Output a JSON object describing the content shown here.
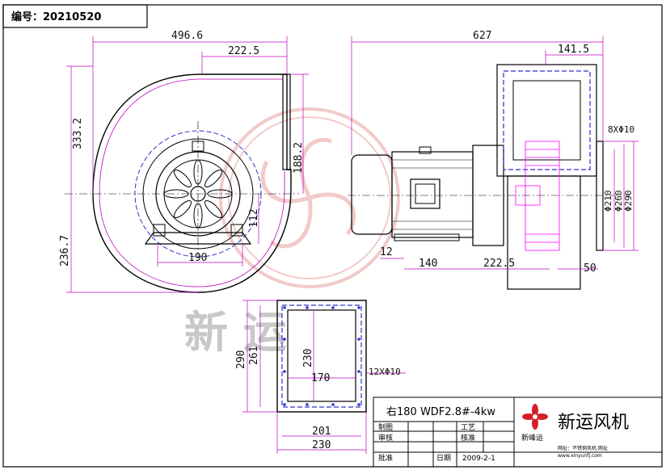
{
  "header": {
    "drawing_no": "编号：20210520"
  },
  "front_view": {
    "dims": {
      "overall_width": "496.6",
      "outlet_width": "222.5",
      "height_upper": "333.2",
      "outlet_height": "188.2",
      "height_lower": "236.7",
      "base_height": "112",
      "base_width": "190"
    }
  },
  "side_view": {
    "dims": {
      "overall_length": "627",
      "flange_width": "141.5",
      "bolts": "8XΦ10",
      "dia_210": "Φ210",
      "dia_260": "Φ260",
      "dia_290": "Φ290",
      "d12": "12",
      "d140": "140",
      "d222": "222.5",
      "d50": "50"
    }
  },
  "outlet_view": {
    "dims": {
      "outer_h": "290",
      "inner_h": "261",
      "opening_h": "230",
      "opening_w": "170",
      "bolts": "12XΦ10",
      "inner_w": "201",
      "outer_w": "230"
    }
  },
  "watermark": {
    "text": "新 运"
  },
  "title_block": {
    "model": "右180  WDF2.8#-4kw",
    "company": "新运风机",
    "logo_text": "新峰运",
    "labels": {
      "drawn": "制图",
      "checked": "审核",
      "approved": "批准",
      "process": "工艺",
      "verified": "核准",
      "date_label": "日期"
    },
    "date": "2009-2-1",
    "tagline": "网址：不锈钢风机.网址",
    "website": "www.xinyunfj.com"
  },
  "colors": {
    "dim_line": "#c000c0",
    "flange": "#4040e0",
    "hidden": "#ff00ff",
    "watermark": "#e9a0a0"
  }
}
